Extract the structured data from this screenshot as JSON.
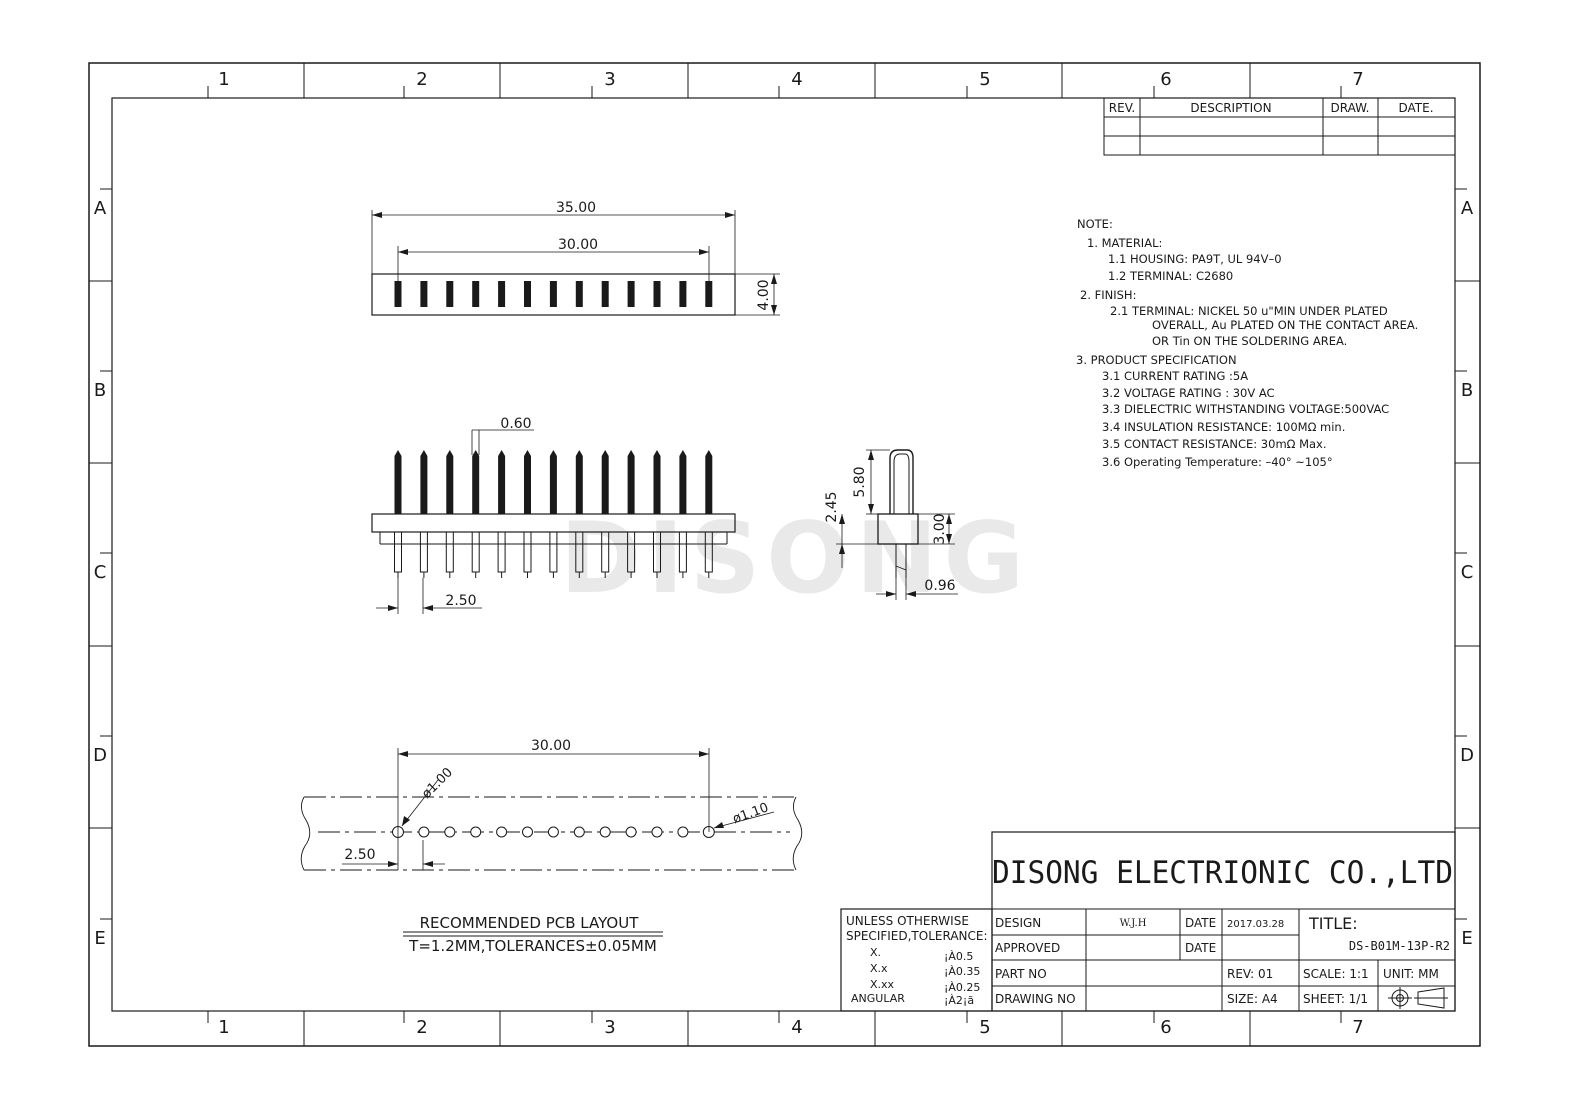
{
  "zone_columns": [
    "1",
    "2",
    "3",
    "4",
    "5",
    "6",
    "7"
  ],
  "zone_rows": [
    "A",
    "B",
    "C",
    "D",
    "E"
  ],
  "revision_table": {
    "rev": "REV.",
    "description": "DESCRIPTION",
    "draw": "DRAW.",
    "date": "DATE."
  },
  "dimensions": {
    "top_overall": "35.00",
    "top_pitch_span": "30.00",
    "top_height": "4.00",
    "pin_width": "0.60",
    "pin_pitch": "2.50",
    "side_pin_height": "5.80",
    "side_offset": "2.45",
    "side_housing": "3.00",
    "side_pin_dia": "0.96",
    "pcb_span": "30.00",
    "pcb_hole_small": "ø1.00",
    "pcb_hole_large": "ø1.10",
    "pcb_pitch": "2.50"
  },
  "watermark": "DISONG",
  "pcb_caption": {
    "title": "RECOMMENDED PCB LAYOUT",
    "spec": "T=1.2MM,TOLERANCES±0.05MM"
  },
  "notes": {
    "heading": "NOTE:",
    "lines": [
      "1. MATERIAL:",
      "1.1 HOUSING: PA9T, UL 94V–0",
      "1.2 TERMINAL: C2680",
      "2. FINISH:",
      "2.1 TERMINAL: NICKEL 50 u\"MIN UNDER PLATED",
      "OVERALL, Au PLATED ON THE CONTACT AREA.",
      "OR Tin ON THE SOLDERING AREA.",
      "3. PRODUCT SPECIFICATION",
      "3.1 CURRENT RATING :5A",
      "3.2 VOLTAGE RATING : 30V AC",
      "3.3 DIELECTRIC WITHSTANDING VOLTAGE:500VAC",
      "3.4 INSULATION RESISTANCE:     100MΩ min.",
      "3.5 CONTACT RESISTANCE:     30mΩ Max.",
      "3.6 Operating Temperature:      –40° ~105°"
    ]
  },
  "title_block": {
    "company": "DISONG ELECTRIONIC CO.,LTD",
    "tolerance_heading_1": "UNLESS OTHERWISE",
    "tolerance_heading_2": "SPECIFIED,TOLERANCE:",
    "tol_x_label": "X.",
    "tol_x_value": "¡À0.5",
    "tol_xx_label": "X.x",
    "tol_xx_value": "¡À0.35",
    "tol_xxx_label": "X.xx",
    "tol_xxx_value": "¡À0.25",
    "tol_ang_label": "ANGULAR",
    "tol_ang_value": "¡À2¡ã",
    "design_label": "DESIGN",
    "design_value": "W.J.H",
    "date_label": "DATE",
    "date_value": "2017.03.28",
    "approved_label": "APPROVED",
    "date_label_2": "DATE",
    "part_no_label": "PART NO",
    "drawing_no_label": "DRAWING NO",
    "title_label": "TITLE:",
    "title_value": "DS-B01M-13P-R2",
    "rev": "REV: 01",
    "size": "SIZE: A4",
    "scale": "SCALE: 1:1",
    "unit": "UNIT: MM",
    "sheet": "SHEET: 1/1"
  }
}
